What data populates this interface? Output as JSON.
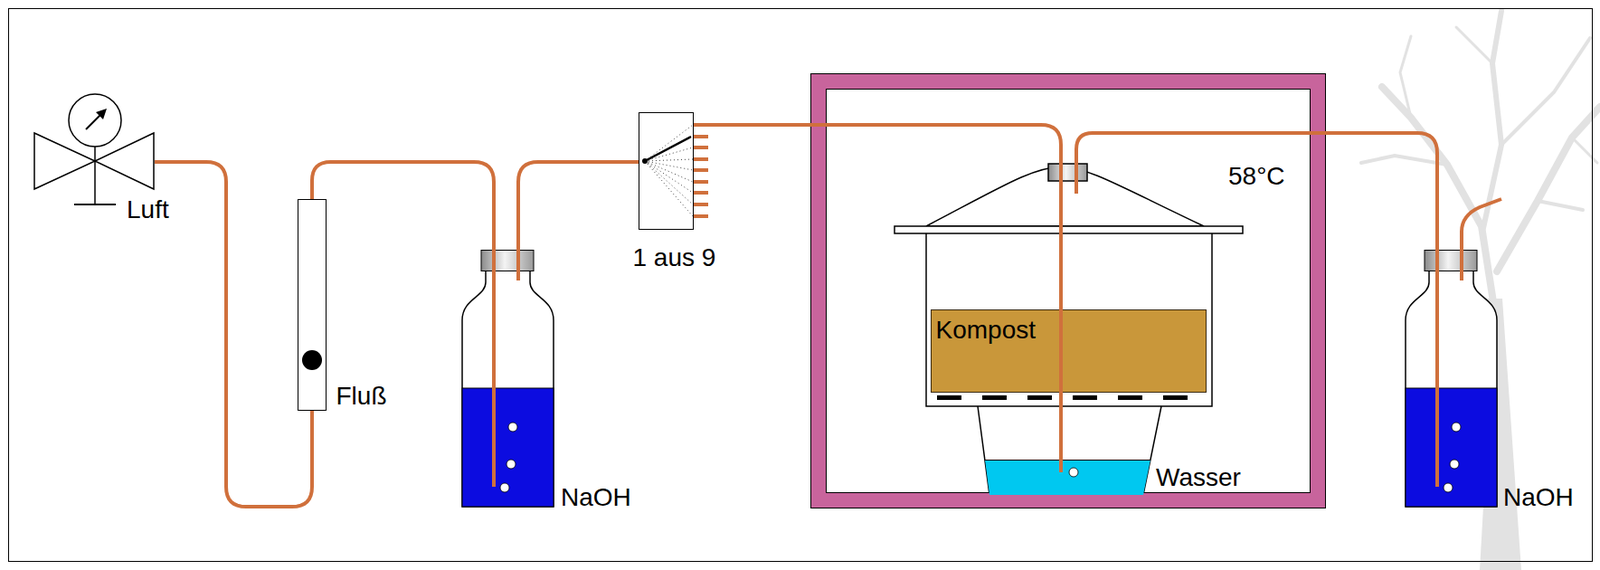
{
  "diagram": {
    "nodes": [
      {
        "text": [
          "Luft"
        ]
      },
      {
        "text": [
          "Fluß"
        ]
      },
      {
        "text": [
          "NaOH"
        ]
      },
      {
        "text": [
          "1 aus 9"
        ]
      },
      {
        "text": [
          "58°C"
        ]
      },
      {
        "text": [
          "Kompost"
        ],
        "in": 4
      },
      {
        "text": [
          "Wasser"
        ],
        "in": 4
      },
      {
        "text": [
          "NaOH"
        ]
      }
    ],
    "edges": [
      {
        "from": 0,
        "to": 1,
        "arrow": "none"
      },
      {
        "from": 1,
        "to": 2,
        "arrow": "none"
      },
      {
        "from": 2,
        "to": 3,
        "arrow": "none"
      },
      {
        "from": 3,
        "to": 6,
        "arrow": "none"
      },
      {
        "from": 4,
        "to": 7,
        "arrow": "none"
      }
    ]
  }
}
